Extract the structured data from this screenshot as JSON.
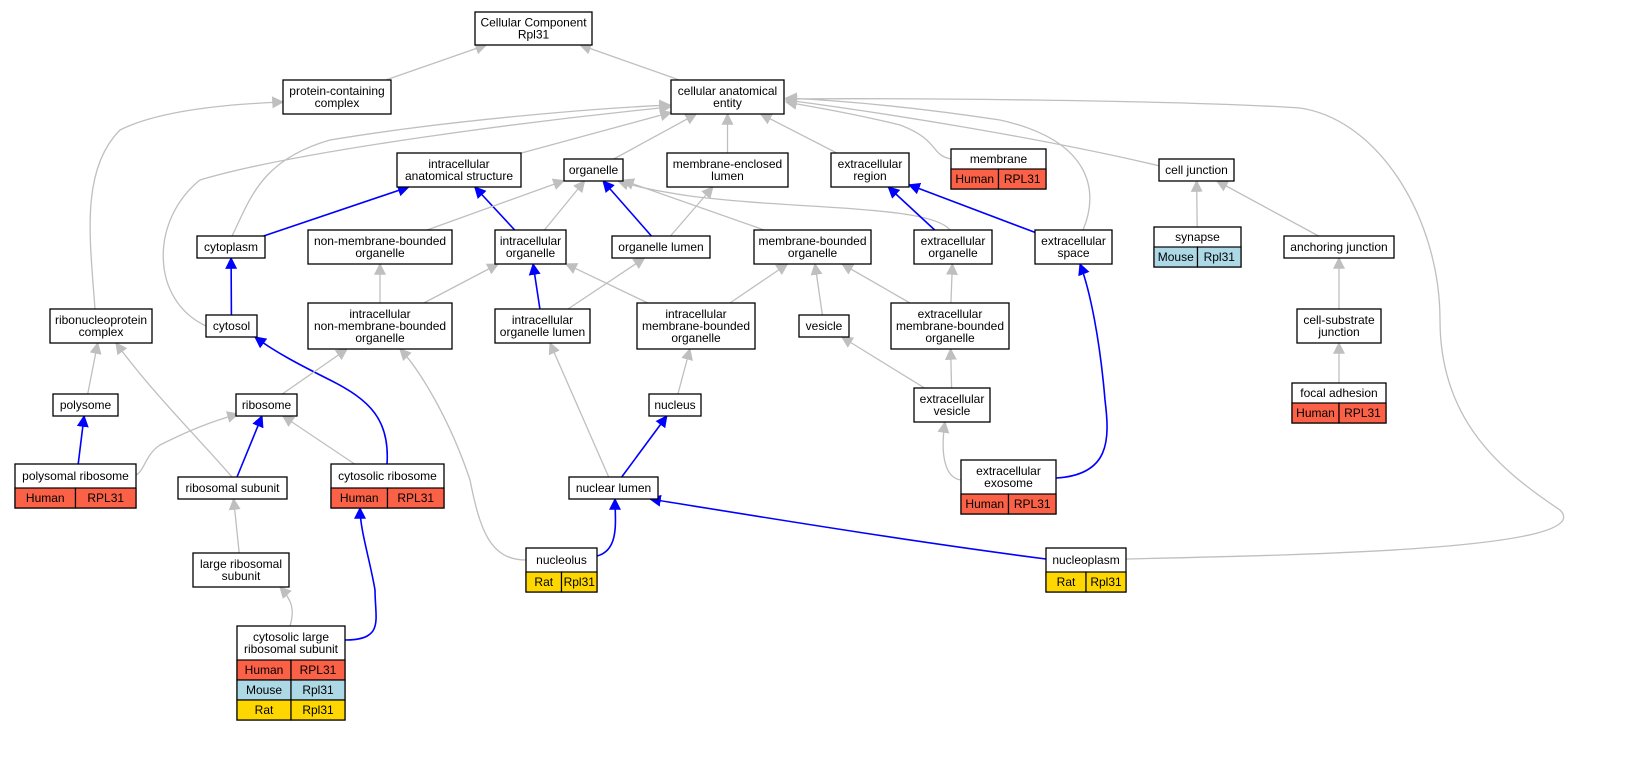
{
  "colors": {
    "human": "#fa6146",
    "mouse": "#add8e6",
    "rat": "#ffd700",
    "gray_edge": "#bfbfbf",
    "blue_edge": "#0000ff"
  },
  "nodes": {
    "root": {
      "lines": [
        "Cellular Component",
        "Rpl31"
      ]
    },
    "pcc": {
      "lines": [
        "protein-containing",
        "complex"
      ]
    },
    "cae": {
      "lines": [
        "cellular anatomical",
        "entity"
      ]
    },
    "ias": {
      "lines": [
        "intracellular",
        "anatomical structure"
      ]
    },
    "organelle": {
      "lines": [
        "organelle"
      ]
    },
    "mel": {
      "lines": [
        "membrane-enclosed",
        "lumen"
      ]
    },
    "ecr": {
      "lines": [
        "extracellular",
        "region"
      ]
    },
    "membrane": {
      "lines": [
        "membrane"
      ],
      "species": [
        {
          "sp": "Human",
          "gene": "RPL31",
          "c": "human"
        }
      ]
    },
    "celljunction": {
      "lines": [
        "cell junction"
      ]
    },
    "cytoplasm": {
      "lines": [
        "cytoplasm"
      ]
    },
    "nmbo": {
      "lines": [
        "non-membrane-bounded",
        "organelle"
      ]
    },
    "io": {
      "lines": [
        "intracellular",
        "organelle"
      ]
    },
    "olumen": {
      "lines": [
        "organelle lumen"
      ]
    },
    "mbo": {
      "lines": [
        "membrane-bounded",
        "organelle"
      ]
    },
    "eco": {
      "lines": [
        "extracellular",
        "organelle"
      ]
    },
    "ecs": {
      "lines": [
        "extracellular",
        "space"
      ]
    },
    "synapse": {
      "lines": [
        "synapse"
      ],
      "species": [
        {
          "sp": "Mouse",
          "gene": "Rpl31",
          "c": "mouse"
        }
      ]
    },
    "anchoring": {
      "lines": [
        "anchoring junction"
      ]
    },
    "rnp": {
      "lines": [
        "ribonucleoprotein",
        "complex"
      ]
    },
    "cytosol": {
      "lines": [
        "cytosol"
      ]
    },
    "inmbo": {
      "lines": [
        "intracellular",
        "non-membrane-bounded",
        "organelle"
      ]
    },
    "iol": {
      "lines": [
        "intracellular",
        "organelle lumen"
      ]
    },
    "imbo": {
      "lines": [
        "intracellular",
        "membrane-bounded",
        "organelle"
      ]
    },
    "vesicle": {
      "lines": [
        "vesicle"
      ]
    },
    "embo": {
      "lines": [
        "extracellular",
        "membrane-bounded",
        "organelle"
      ]
    },
    "csj": {
      "lines": [
        "cell-substrate",
        "junction"
      ]
    },
    "polysome": {
      "lines": [
        "polysome"
      ]
    },
    "ribosome": {
      "lines": [
        "ribosome"
      ]
    },
    "nucleus": {
      "lines": [
        "nucleus"
      ]
    },
    "ecv": {
      "lines": [
        "extracellular",
        "vesicle"
      ]
    },
    "focal": {
      "lines": [
        "focal adhesion"
      ],
      "species": [
        {
          "sp": "Human",
          "gene": "RPL31",
          "c": "human"
        }
      ]
    },
    "polyribo": {
      "lines": [
        "polysomal ribosome"
      ],
      "species": [
        {
          "sp": "Human",
          "gene": "RPL31",
          "c": "human"
        }
      ]
    },
    "ribosub": {
      "lines": [
        "ribosomal subunit"
      ]
    },
    "cytoribo": {
      "lines": [
        "cytosolic ribosome"
      ],
      "species": [
        {
          "sp": "Human",
          "gene": "RPL31",
          "c": "human"
        }
      ]
    },
    "nuclumen": {
      "lines": [
        "nuclear lumen"
      ]
    },
    "exosome": {
      "lines": [
        "extracellular",
        "exosome"
      ],
      "species": [
        {
          "sp": "Human",
          "gene": "RPL31",
          "c": "human"
        }
      ]
    },
    "lrs": {
      "lines": [
        "large ribosomal",
        "subunit"
      ]
    },
    "nucleolus": {
      "lines": [
        "nucleolus"
      ],
      "species": [
        {
          "sp": "Rat",
          "gene": "Rpl31",
          "c": "rat"
        }
      ]
    },
    "nucleoplasm": {
      "lines": [
        "nucleoplasm"
      ],
      "species": [
        {
          "sp": "Rat",
          "gene": "Rpl31",
          "c": "rat"
        }
      ]
    },
    "clrs": {
      "lines": [
        "cytosolic large",
        "ribosomal subunit"
      ],
      "species": [
        {
          "sp": "Human",
          "gene": "RPL31",
          "c": "human"
        },
        {
          "sp": "Mouse",
          "gene": "Rpl31",
          "c": "mouse"
        },
        {
          "sp": "Rat",
          "gene": "Rpl31",
          "c": "rat"
        }
      ]
    }
  },
  "edges": [
    {
      "from": "pcc",
      "to": "root",
      "c": "gray"
    },
    {
      "from": "cae",
      "to": "root",
      "c": "gray"
    },
    {
      "from": "rnp",
      "to": "pcc",
      "c": "gray"
    },
    {
      "from": "ias",
      "to": "cae",
      "c": "gray"
    },
    {
      "from": "organelle",
      "to": "cae",
      "c": "gray"
    },
    {
      "from": "mel",
      "to": "cae",
      "c": "gray"
    },
    {
      "from": "ecr",
      "to": "cae",
      "c": "gray"
    },
    {
      "from": "membrane",
      "to": "cae",
      "c": "gray"
    },
    {
      "from": "celljunction",
      "to": "cae",
      "c": "gray"
    },
    {
      "from": "cytoplasm",
      "to": "cae",
      "c": "gray"
    },
    {
      "from": "cytosol",
      "to": "cae",
      "c": "gray"
    },
    {
      "from": "ecs",
      "to": "cae",
      "c": "gray"
    },
    {
      "from": "nucleoplasm",
      "to": "cae",
      "c": "gray"
    },
    {
      "from": "cytoplasm",
      "to": "ias",
      "c": "blue"
    },
    {
      "from": "io",
      "to": "ias",
      "c": "blue"
    },
    {
      "from": "nmbo",
      "to": "organelle",
      "c": "gray"
    },
    {
      "from": "io",
      "to": "organelle",
      "c": "gray"
    },
    {
      "from": "olumen",
      "to": "organelle",
      "c": "blue"
    },
    {
      "from": "mbo",
      "to": "organelle",
      "c": "gray"
    },
    {
      "from": "eco",
      "to": "organelle",
      "c": "gray"
    },
    {
      "from": "olumen",
      "to": "mel",
      "c": "gray"
    },
    {
      "from": "eco",
      "to": "ecr",
      "c": "blue"
    },
    {
      "from": "ecs",
      "to": "ecr",
      "c": "blue"
    },
    {
      "from": "synapse",
      "to": "celljunction",
      "c": "gray"
    },
    {
      "from": "anchoring",
      "to": "celljunction",
      "c": "gray"
    },
    {
      "from": "cytosol",
      "to": "cytoplasm",
      "c": "blue"
    },
    {
      "from": "inmbo",
      "to": "nmbo",
      "c": "gray"
    },
    {
      "from": "inmbo",
      "to": "io",
      "c": "gray"
    },
    {
      "from": "iol",
      "to": "io",
      "c": "blue"
    },
    {
      "from": "imbo",
      "to": "io",
      "c": "gray"
    },
    {
      "from": "iol",
      "to": "olumen",
      "c": "gray"
    },
    {
      "from": "imbo",
      "to": "mbo",
      "c": "gray"
    },
    {
      "from": "vesicle",
      "to": "mbo",
      "c": "gray"
    },
    {
      "from": "embo",
      "to": "mbo",
      "c": "gray"
    },
    {
      "from": "embo",
      "to": "eco",
      "c": "gray"
    },
    {
      "from": "exosome",
      "to": "ecs",
      "c": "blue"
    },
    {
      "from": "csj",
      "to": "anchoring",
      "c": "gray"
    },
    {
      "from": "polysome",
      "to": "rnp",
      "c": "gray"
    },
    {
      "from": "ribosub",
      "to": "rnp",
      "c": "gray"
    },
    {
      "from": "cytoribo",
      "to": "cytosol",
      "c": "blue"
    },
    {
      "from": "ribosome",
      "to": "inmbo",
      "c": "gray"
    },
    {
      "from": "nucleolus",
      "to": "inmbo",
      "c": "gray"
    },
    {
      "from": "nuclumen",
      "to": "iol",
      "c": "gray"
    },
    {
      "from": "nucleus",
      "to": "imbo",
      "c": "gray"
    },
    {
      "from": "ecv",
      "to": "vesicle",
      "c": "gray"
    },
    {
      "from": "ecv",
      "to": "embo",
      "c": "gray"
    },
    {
      "from": "focal",
      "to": "csj",
      "c": "gray"
    },
    {
      "from": "polyribo",
      "to": "polysome",
      "c": "blue"
    },
    {
      "from": "polyribo",
      "to": "ribosome",
      "c": "gray"
    },
    {
      "from": "ribosub",
      "to": "ribosome",
      "c": "blue"
    },
    {
      "from": "cytoribo",
      "to": "ribosome",
      "c": "gray"
    },
    {
      "from": "nuclumen",
      "to": "nucleus",
      "c": "blue"
    },
    {
      "from": "exosome",
      "to": "ecv",
      "c": "gray"
    },
    {
      "from": "lrs",
      "to": "ribosub",
      "c": "gray"
    },
    {
      "from": "nucleolus",
      "to": "nuclumen",
      "c": "blue"
    },
    {
      "from": "nucleoplasm",
      "to": "nuclumen",
      "c": "blue"
    },
    {
      "from": "clrs",
      "to": "lrs",
      "c": "gray"
    },
    {
      "from": "clrs",
      "to": "cytoribo",
      "c": "blue"
    }
  ]
}
